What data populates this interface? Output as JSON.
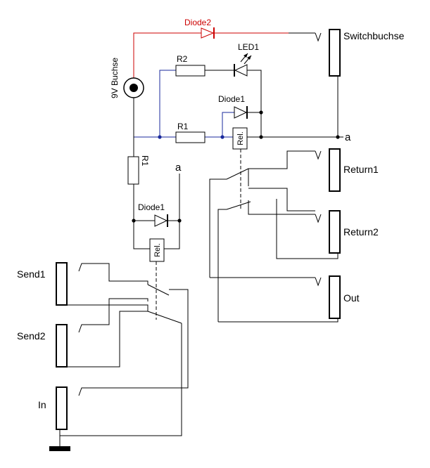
{
  "labels": {
    "diode2": "Diode2",
    "led1": "LED1",
    "r2": "R2",
    "buchse": "9V Buchse",
    "diode1_top": "Diode1",
    "r1_horizontal": "R1",
    "rel_top": "Rel.",
    "r1_vertical": "R1",
    "a_right": "a",
    "a_left": "a",
    "diode1_bottom": "Diode1",
    "rel_bottom": "Rel."
  },
  "jacks": {
    "switchbuchse": "Switchbuchse",
    "return1": "Return1",
    "return2": "Return2",
    "out": "Out",
    "send1": "Send1",
    "send2": "Send2",
    "in": "In"
  },
  "colors": {
    "wire": "#000000",
    "diode2_path": "#cc0000",
    "power_path": "#1a2a9c"
  }
}
